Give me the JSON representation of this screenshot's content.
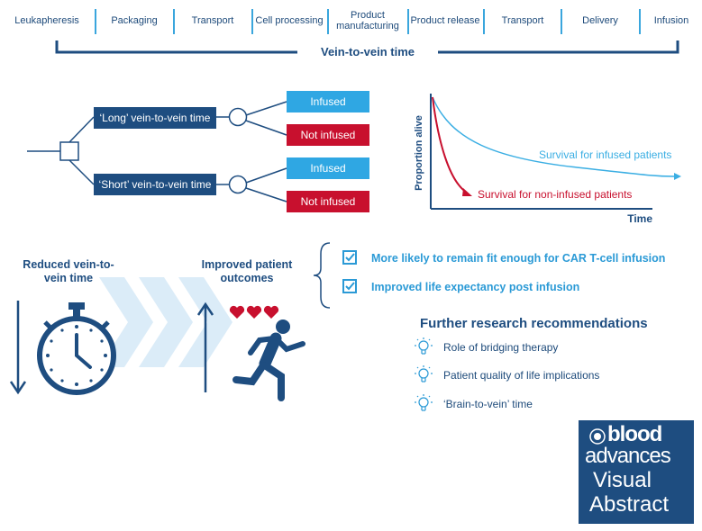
{
  "process_steps": [
    "Leukapheresis",
    "Packaging",
    "Transport",
    "Cell processing",
    "Product manufacturing",
    "Product release",
    "Transport",
    "Delivery",
    "Infusion"
  ],
  "vein_to_vein_label": "Vein-to-vein time",
  "decision_tree": {
    "long_label": "‘Long’ vein-to-vein time",
    "short_label": "‘Short’ vein-to-vein time",
    "infused_label": "Infused",
    "not_infused_label": "Not infused"
  },
  "survival_chart": {
    "ylabel": "Proportion alive",
    "xlabel": "Time",
    "infused_label": "Survival for infused patients",
    "non_infused_label": "Survival for non-infused patients",
    "infused_color": "#3aaee3",
    "non_infused_color": "#c8102e"
  },
  "causal": {
    "reduced_label": "Reduced vein-to-vein time",
    "improved_label": "Improved patient outcomes"
  },
  "outcomes": [
    "More likely to remain fit enough for CAR T-cell infusion",
    "Improved life expectancy post infusion"
  ],
  "recommendations": {
    "title": "Further research recommendations",
    "items": [
      "Role of bridging therapy",
      "Patient quality of life implications",
      "‘Brain-to-vein’ time"
    ]
  },
  "logo": {
    "line1": "blood",
    "line2": "advances",
    "line3": "Visual",
    "line4": "Abstract"
  },
  "colors": {
    "navy": "#1e4d80",
    "blue": "#2fa7e3",
    "red": "#c8102e"
  }
}
